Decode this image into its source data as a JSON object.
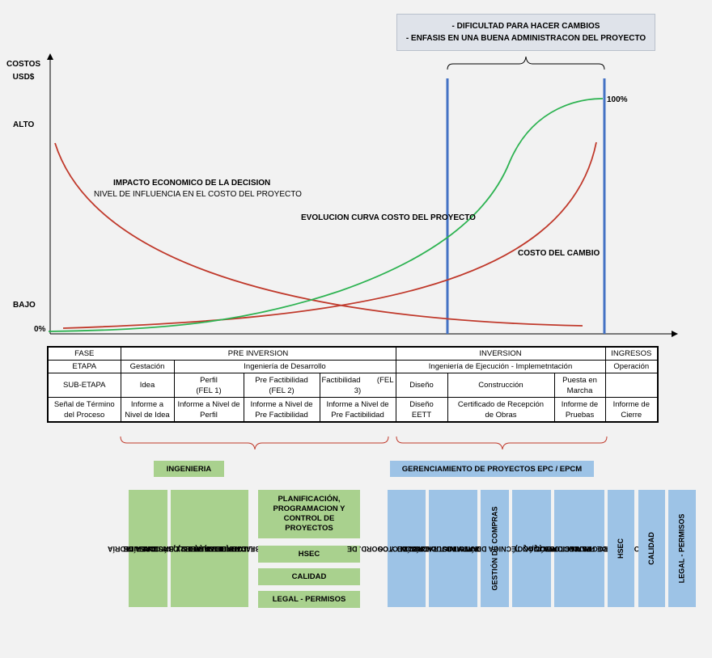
{
  "callout": {
    "line1": "- DIFICULTAD PARA HACER CAMBIOS",
    "line2": "- ENFASIS EN UNA BUENA ADMINISTRACON DEL PROYECTO"
  },
  "axis": {
    "ylabel_line1": "COSTOS",
    "ylabel_line2": "USD$",
    "alto": "ALTO",
    "bajo": "BAJO",
    "zero": "0%",
    "hundred": "100%"
  },
  "annotations": {
    "impacto_line1": "IMPACTO ECONOMICO DE LA DECISION",
    "impacto_line2": "NIVEL DE INFLUENCIA EN EL COSTO DEL PROYECTO",
    "evolucion": "EVOLUCION CURVA COSTO DEL PROYECTO",
    "costo_cambio": "COSTO DEL CAMBIO"
  },
  "colors": {
    "influence_curve": "#c0392b",
    "cost_curve": "#2eb352",
    "vertical_lines": "#4472c4",
    "green_box": "#a9d18e",
    "blue_box": "#9dc3e6"
  },
  "table": {
    "fase_label": "FASE",
    "fase_pre": "PRE INVERSION",
    "fase_inv": "INVERSION",
    "fase_ing": "INGRESOS",
    "etapa_label": "ETAPA",
    "etapa_gestacion": "Gestación",
    "etapa_ingdes": "Ingeniería de Desarrollo",
    "etapa_ingeje": "Ingeniería de Ejecución - Implemetntación",
    "etapa_operacion": "Operación",
    "sub_label": "SUB-ETAPA",
    "sub_idea": "Idea",
    "sub_perfil_1": "Perfil",
    "sub_perfil_2": "(FEL 1)",
    "sub_pref_1": "Pre Factibilidad",
    "sub_pref_2": "(FEL 2)",
    "sub_fact_1": "Factibilidad",
    "sub_fact_1b": "(FEL",
    "sub_fact_2": "3)",
    "sub_diseno": "Diseño",
    "sub_construccion": "Construcción",
    "sub_puesta_1": "Puesta en",
    "sub_puesta_2": "Marcha",
    "sen_label_1": "Señal de Término",
    "sen_label_2": "del Proceso",
    "sen_idea_1": "Informe a",
    "sen_idea_2": "Nivel de Idea",
    "sen_perfil_1": "Informe a Nivel de",
    "sen_perfil_2": "Perfil",
    "sen_pref_1": "Informe a Nivel de",
    "sen_pref_2": "Pre Factibilidad",
    "sen_fact_1": "Informe a Nivel de",
    "sen_fact_2": "Pre Factibilidad",
    "sen_diseno_1": "Diseño",
    "sen_diseno_2": "EETT",
    "sen_cons_1": "Certificado de Recepción",
    "sen_cons_2": "de Obras",
    "sen_puesta_1": "Informe de",
    "sen_puesta_2": "Pruebas",
    "sen_ing_1": "Informe de",
    "sen_ing_2": "Cierre"
  },
  "ingenieria": {
    "title": "INGENIERIA",
    "col1_line1": "AREA DE",
    "col1_line2": "ASESORÍA Y CONSULTORÍA",
    "col2_line1": "DESARROLLO INGENIERÍAS",
    "col2_line2": "CONCEPTUALES Y BÁSICAS",
    "col2_line3": "- TRADE OFF (FEL 1)",
    "col2_line4": "- PRE FACTIBILIDAD (FEL 2)",
    "col2_line5": "- FACTIBILIDAD (FEL 3)",
    "planif_line1": "PLANIFICACIÓN,",
    "planif_line2": "PROGRAMACION Y",
    "planif_line3": "CONTROL DE",
    "planif_line4": "PROYECTOS",
    "hsec": "HSEC",
    "calidad": "CALIDAD",
    "legal": "LEGAL - PERMISOS"
  },
  "gerenciamiento": {
    "title": "GERENCIAMIENTO DE PROYECTOS EPC / EPCM",
    "col1_line1": "DESARROLLO Y COORD. DE",
    "col1_line2": "ING. DE PROYECTOS",
    "col2_line1": "ADMINISTRACIÓN DE",
    "col2_line2": "LICITACIÓN Y ADJUDICACIÓN",
    "col2_line3": "DE CONTRATOS",
    "col3": "GESTIÓN DE COMPRAS",
    "col4_line1": "INSPECCIÓN TÉCNICA DE",
    "col4_line2": "OBRA (QAQC)",
    "col5_line1": "PLANIFICACIÓN,",
    "col5_line2": "PROGRAMACION Y",
    "col5_line3": "CONTROL DE PROYECTOS",
    "col6": "HSEC",
    "col7": "CALIDAD",
    "col8": "LEGAL - PERMISOS"
  }
}
